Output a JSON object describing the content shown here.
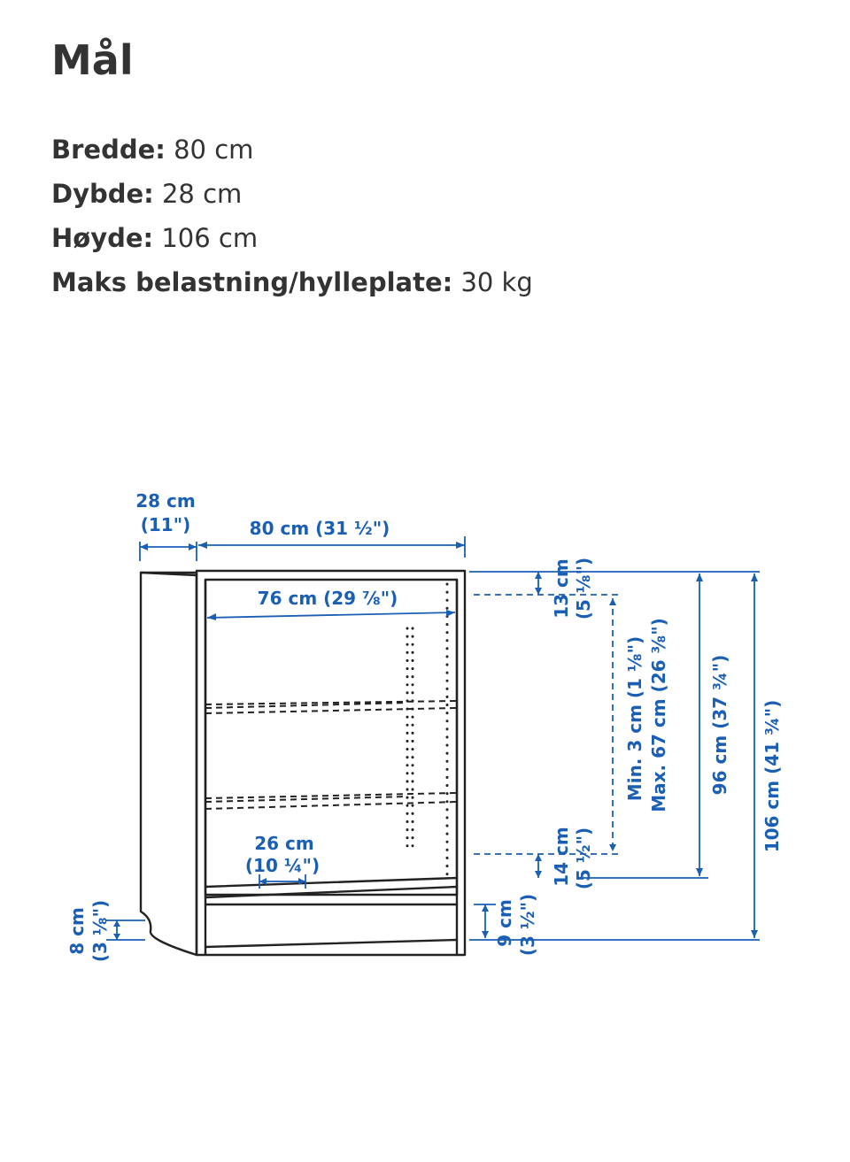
{
  "page": {
    "title": "Mål"
  },
  "specs": [
    {
      "label": "Bredde:",
      "value": "80 cm"
    },
    {
      "label": "Dybde:",
      "value": "28 cm"
    },
    {
      "label": "Høyde:",
      "value": "106 cm"
    },
    {
      "label": "Maks belastning/hylleplate:",
      "value": "30 kg"
    }
  ],
  "diagram": {
    "accent_color": "#1a5fb4",
    "line_color": "#222222",
    "depth_cm": "28 cm",
    "depth_in": "(11\")",
    "width_total": "80 cm (31 ½\")",
    "width_inner": "76 cm (29 ⅞\")",
    "shelf_depth_cm": "26 cm",
    "shelf_depth_in": "(10 ¼\")",
    "top_gap_cm": "13 cm",
    "top_gap_in": "(5 ⅛\")",
    "shelf_range_min": "Min. 3 cm (1 ⅛\")",
    "shelf_range_max": "Max. 67 cm (26 ⅜\")",
    "height_96": "96 cm (37 ¾\")",
    "height_106": "106 cm (41 ¾\")",
    "bottom_gap_cm": "14 cm",
    "bottom_gap_in": "(5 ½\")",
    "plinth_cm": "9 cm",
    "plinth_in": "(3 ½\")",
    "foot_cm": "8 cm",
    "foot_in": "(3 ⅛\")"
  }
}
